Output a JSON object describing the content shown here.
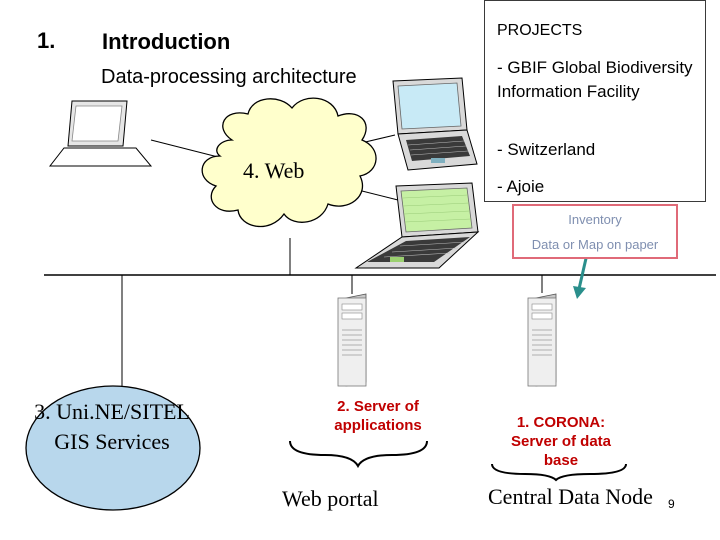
{
  "header": {
    "number": "1.",
    "title": "Introduction",
    "subtitle": "Data-processing architecture"
  },
  "projects": {
    "heading": "PROJECTS",
    "items": [
      "- GBIF Global Biodiversity Information Facility",
      "- Switzerland",
      "- Ajoie"
    ]
  },
  "inventory": {
    "line1": "Inventory",
    "line2": "Data or Map on paper"
  },
  "nodes": {
    "web": "4. Web",
    "gis": "3. Uni.NE/SITEL GIS Services",
    "server_apps": "2. Server of applications",
    "corona": "1. CORONA: Server of data base"
  },
  "groups": {
    "web_portal": "Web portal",
    "central_node": "Central Data Node"
  },
  "page_number": "9",
  "icons": [
    "laptop-icon",
    "cloud-icon",
    "server-tower-icon",
    "arrow-icon",
    "brace-icon",
    "ellipse-node"
  ],
  "colors": {
    "server_label": "#c00000",
    "inventory_border": "#e06a78",
    "inventory_text": "#7f8fb0",
    "cloud_fill": "#ffffcc",
    "gis_fill": "#b8d7ec",
    "arrow": "#2a8f8c",
    "laptop_screen_cyan": "#c8eaf6",
    "laptop_screen_green": "#c6f0a4"
  }
}
